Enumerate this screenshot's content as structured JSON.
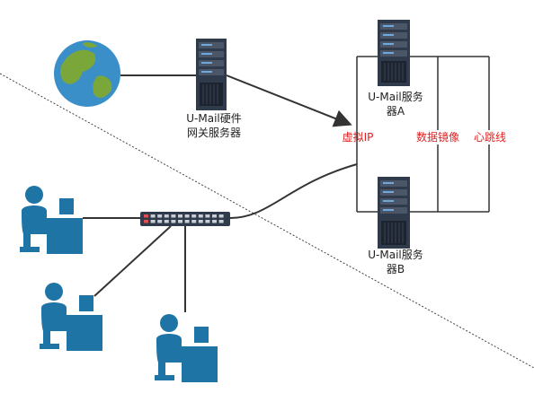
{
  "labels": {
    "gateway": "U-Mail硬件\n网关服务器",
    "server_a": "U-Mail服务\n器A",
    "server_b": "U-Mail服务\n器B",
    "virtual_ip": "虚拟IP",
    "data_mirror": "数据镜像",
    "heartbeat": "心跳线"
  },
  "colors": {
    "line": "#333333",
    "accent_red": "#e02020",
    "server_dark": "#2f3a4a",
    "person_blue": "#1f74a6",
    "globe_ocean": "#3b8fc9",
    "globe_land": "#7aa63a"
  },
  "icons": [
    "globe-icon",
    "server-icon",
    "switch-icon",
    "user-workstation-icon"
  ]
}
